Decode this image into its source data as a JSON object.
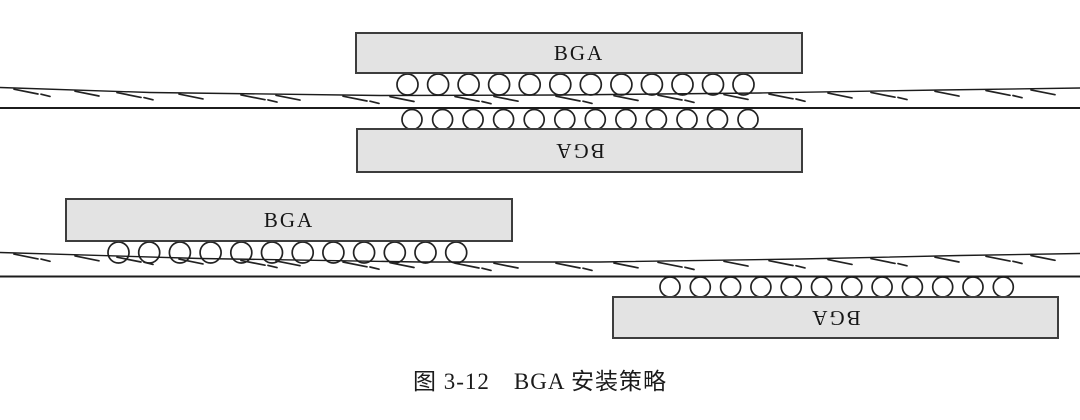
{
  "caption": {
    "text": "图 3-12　BGA 安装策略"
  },
  "colors": {
    "background": "#ffffff",
    "bga_fill": "#e3e3e3",
    "bga_border": "#3d3d3d",
    "pcb_line": "#1c1c1c",
    "text": "#161616"
  },
  "diagrams": [
    {
      "id": "mirrored-double-sided-mounting",
      "components": [
        {
          "label": "BGA",
          "orientation": "upright",
          "side": "top-of-pcb",
          "ball_count": 12
        },
        {
          "label": "BGA",
          "orientation": "rotated-180",
          "side": "bottom-of-pcb",
          "ball_count": 12
        }
      ]
    },
    {
      "id": "offset-double-sided-mounting",
      "components": [
        {
          "label": "BGA",
          "orientation": "upright",
          "side": "top-left-of-pcb",
          "ball_count": 12
        },
        {
          "label": "BGA",
          "orientation": "rotated-180",
          "side": "bottom-right-of-pcb",
          "ball_count": 12
        }
      ]
    }
  ]
}
